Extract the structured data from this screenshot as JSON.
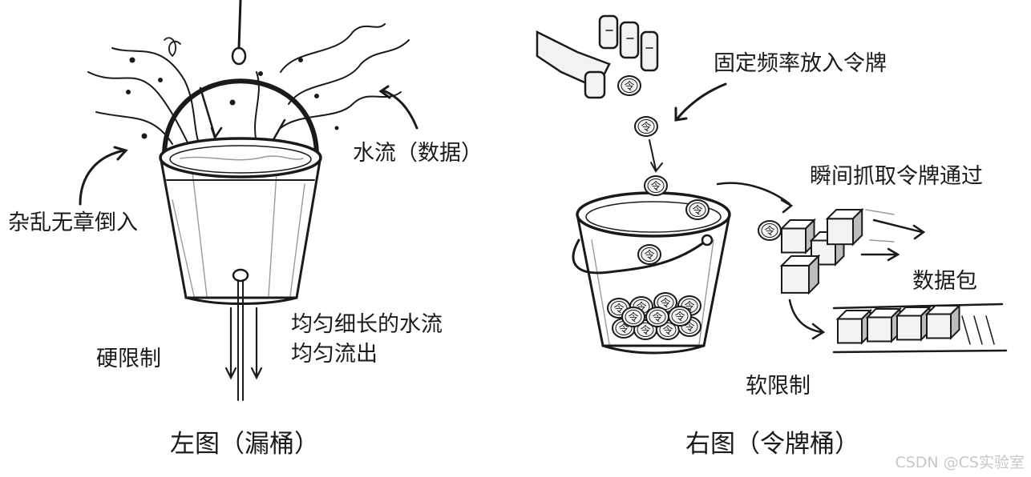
{
  "left": {
    "label_chaos": "杂乱无章倒入",
    "label_water": "水流（数据）",
    "label_stream_line1": "均匀细长的水流",
    "label_stream_line2": "均匀流出",
    "label_hard": "硬限制",
    "caption": "左图（漏桶）"
  },
  "right": {
    "label_fixed": "固定频率放入令牌",
    "label_grab": "瞬间抓取令牌通过",
    "label_packet": "数据包",
    "label_soft": "软限制",
    "caption": "右图（令牌桶）",
    "token_glyph": "令"
  },
  "watermark": "CSDN @CS实验室",
  "colors": {
    "ink": "#1a1a1a",
    "shade": "#9a9a9a",
    "watermark": "#c8c8c8"
  }
}
